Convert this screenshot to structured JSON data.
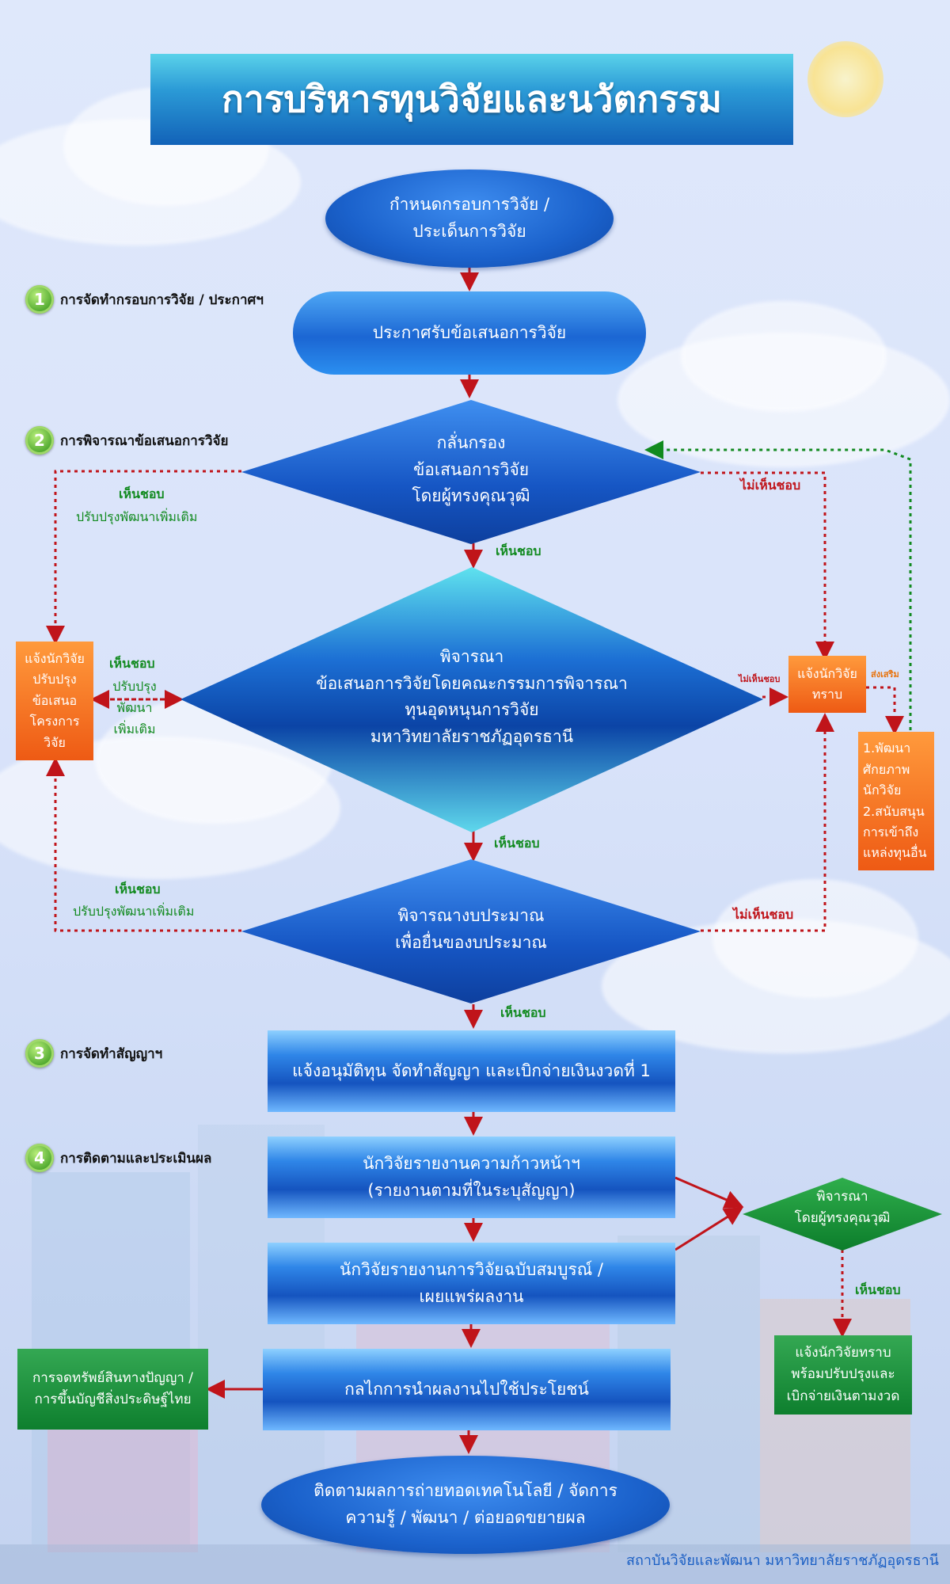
{
  "title": "การบริหารทุนวิจัยและนวัตกรรม",
  "steps": [
    {
      "num": "1",
      "label": "การจัดทำกรอบการวิจัย / ประกาศฯ"
    },
    {
      "num": "2",
      "label": "การพิจารณาข้อเสนอการวิจัย"
    },
    {
      "num": "3",
      "label": "การจัดทำสัญญาฯ"
    },
    {
      "num": "4",
      "label": "การติดตามและประเมินผล"
    }
  ],
  "nodes": {
    "start": "กำหนดกรอบการวิจัย /\nประเด็นการวิจัย",
    "announce": "ประกาศรับข้อเสนอการวิจัย",
    "screen": "กลั่นกรอง\nข้อเสนอการวิจัย\nโดยผู้ทรงคุณวุฒิ",
    "committee": "พิจารณา\nข้อเสนอการวิจัยโดยคณะกรรมการพิจารณา\nทุนอุดหนุนการวิจัย\nมหาวิทยาลัยราชภัฏอุดรธานี",
    "budget": "พิจารณางบประมาณ\nเพื่อยื่นของบประมาณ",
    "contract": "แจ้งอนุมัติทุน จัดทำสัญญา และเบิกจ่ายเงินงวดที่ 1",
    "progress": "นักวิจัยรายงานความก้าวหน้าฯ\n(รายงานตามที่ในระบุสัญญา)",
    "final_report": "นักวิจัยรายงานการวิจัยฉบับสมบูรณ์ /\nเผยแพร่ผลงาน",
    "utilize": "กลไกการนำผลงานไปใช้ประโยชน์",
    "end": "ติดตามผลการถ่ายทอดเทคโนโลยี / จัดการ\nความรู้ / พัฒนา / ต่อยอดขยายผล",
    "notify_improve": "แจ้งนักวิจัย\nปรับปรุง\nข้อเสนอ\nโครงการ\nวิจัย",
    "notify_reject": "แจ้งนักวิจัย\nทราบ",
    "promote": "1.พัฒนา\nศักยภาพ\nนักวิจัย\n2.สนับสนุน\nการเข้าถึง\nแหล่งทุนอื่น",
    "expert_review": "พิจารณา\nโดยผู้ทรงคุณวุฒิ",
    "notify_pay": "แจ้งนักวิจัยทราบ\nพร้อมปรับปรุงและ\nเบิกจ่ายเงินตามงวด",
    "ip": "การจดทรัพย์สินทางปัญญา /\nการขึ้นบัญชีสิ่งประดิษฐ์ไทย"
  },
  "labels": {
    "approve": "เห็นชอบ",
    "reject": "ไม่เห็นชอบ",
    "improve_more": "ปรับปรุงพัฒนาเพิ่มเติม",
    "improve_split": "ปรับปรุง\nพัฒนา\nเพิ่มเติม",
    "promote": "ส่งเสริม"
  },
  "footer": "สถาบันวิจัยและพัฒนา มหาวิทยาลัยราชภัฏอุดรธานี",
  "colors": {
    "accent_blue": "#1b62cc",
    "approve_green": "#118a1f",
    "reject_red": "#c0141a",
    "orange": "#ee5a14"
  }
}
